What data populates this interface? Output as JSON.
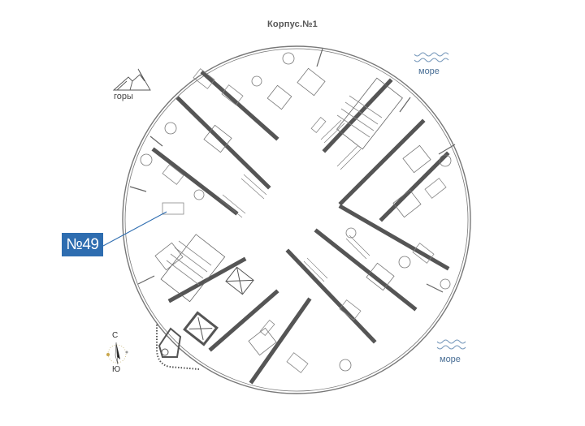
{
  "header": {
    "title": "Корпус.№1"
  },
  "legend": {
    "mountains": {
      "label": "горы",
      "icon": "mountains-icon"
    },
    "sea_top": {
      "label": "море",
      "icon": "waves-icon"
    },
    "sea_bottom": {
      "label": "море",
      "icon": "waves-icon"
    }
  },
  "unit": {
    "label": "№49",
    "color": "#2e6db0"
  },
  "compass": {
    "north": "С",
    "south": "Ю"
  },
  "colors": {
    "wall": "#555555",
    "line": "#888888",
    "sea": "#7a9bbd",
    "accent": "#2e6db0"
  }
}
